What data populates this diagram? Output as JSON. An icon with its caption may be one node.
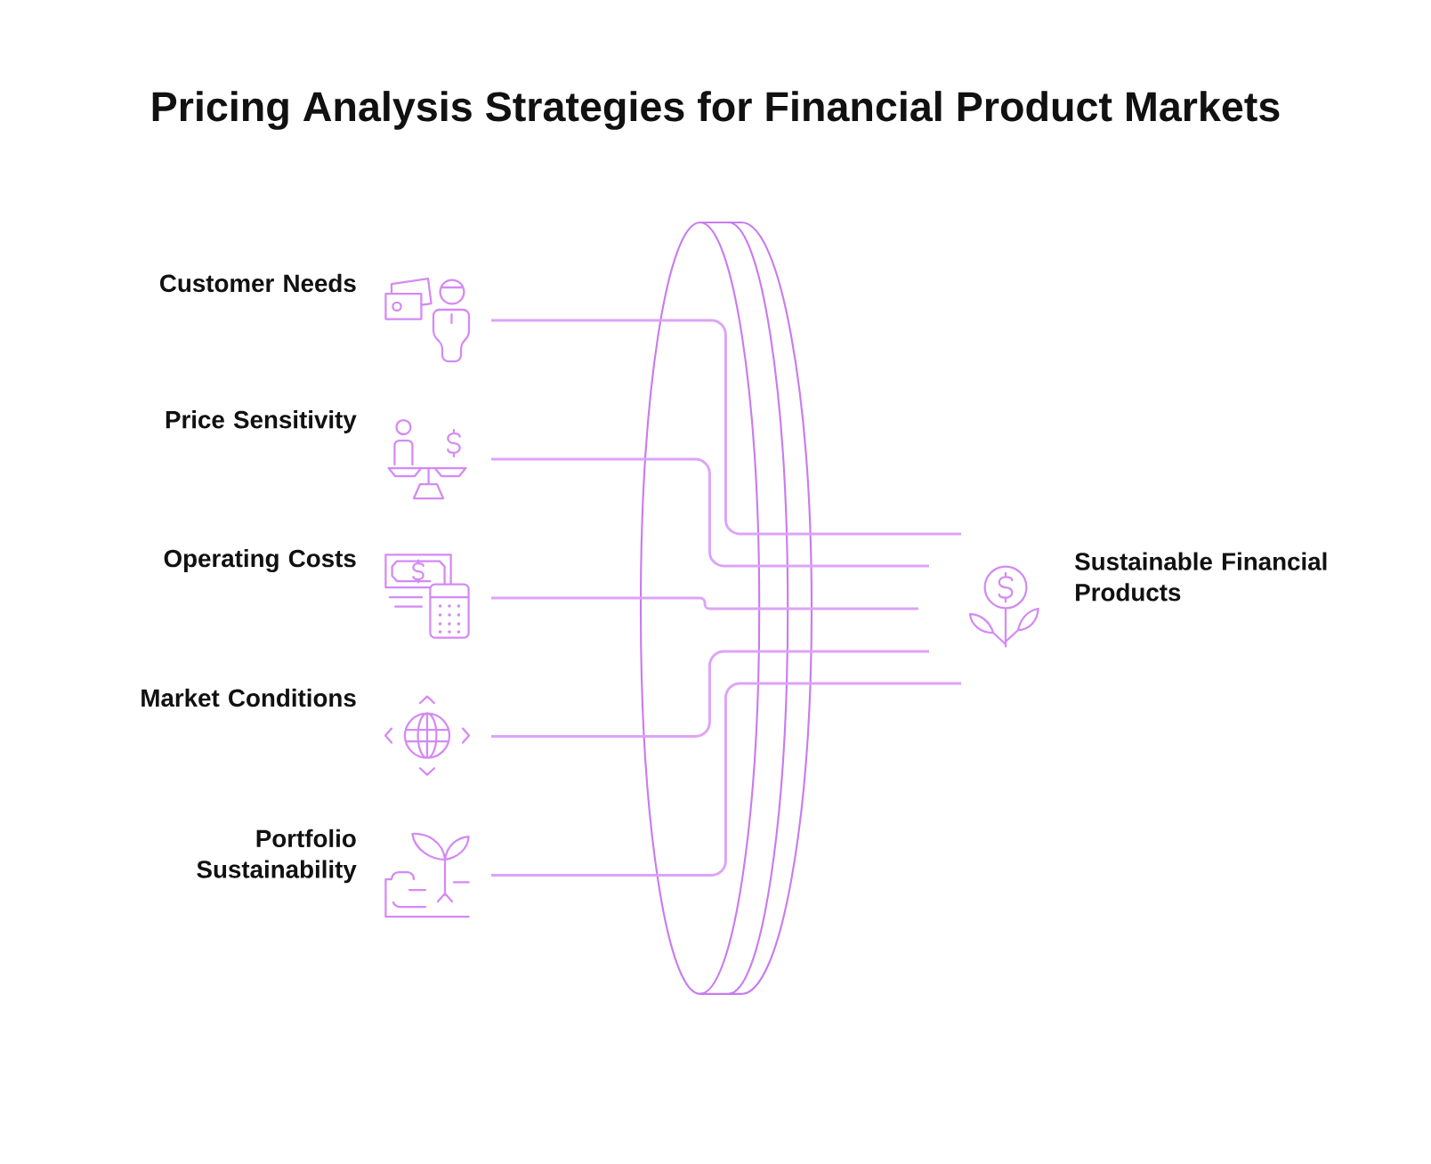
{
  "diagram": {
    "title": "Pricing Analysis Strategies for Financial Product Markets",
    "nodes": [
      {
        "text": [
          "Customer Needs"
        ]
      },
      {
        "text": [
          "Price Sensitivity"
        ]
      },
      {
        "text": [
          "Operating Costs"
        ]
      },
      {
        "text": [
          "Market Conditions"
        ]
      },
      {
        "text": [
          "Portfolio Sustainability"
        ]
      },
      {
        "text": [],
        "shape": "cylinder"
      },
      {
        "text": [
          "Sustainable Financial Products"
        ]
      }
    ],
    "edges": [
      {
        "from": 0,
        "to": 5,
        "arrow": "none"
      },
      {
        "from": 1,
        "to": 5,
        "arrow": "none"
      },
      {
        "from": 2,
        "to": 5,
        "arrow": "none"
      },
      {
        "from": 3,
        "to": 5,
        "arrow": "none"
      },
      {
        "from": 4,
        "to": 5,
        "arrow": "none"
      },
      {
        "from": 5,
        "to": 6,
        "arrow": "none"
      },
      {
        "from": 5,
        "to": 6,
        "arrow": "none"
      },
      {
        "from": 5,
        "to": 6,
        "arrow": "none"
      },
      {
        "from": 5,
        "to": 6,
        "arrow": "none"
      },
      {
        "from": 5,
        "to": 6,
        "arrow": "none"
      }
    ]
  }
}
